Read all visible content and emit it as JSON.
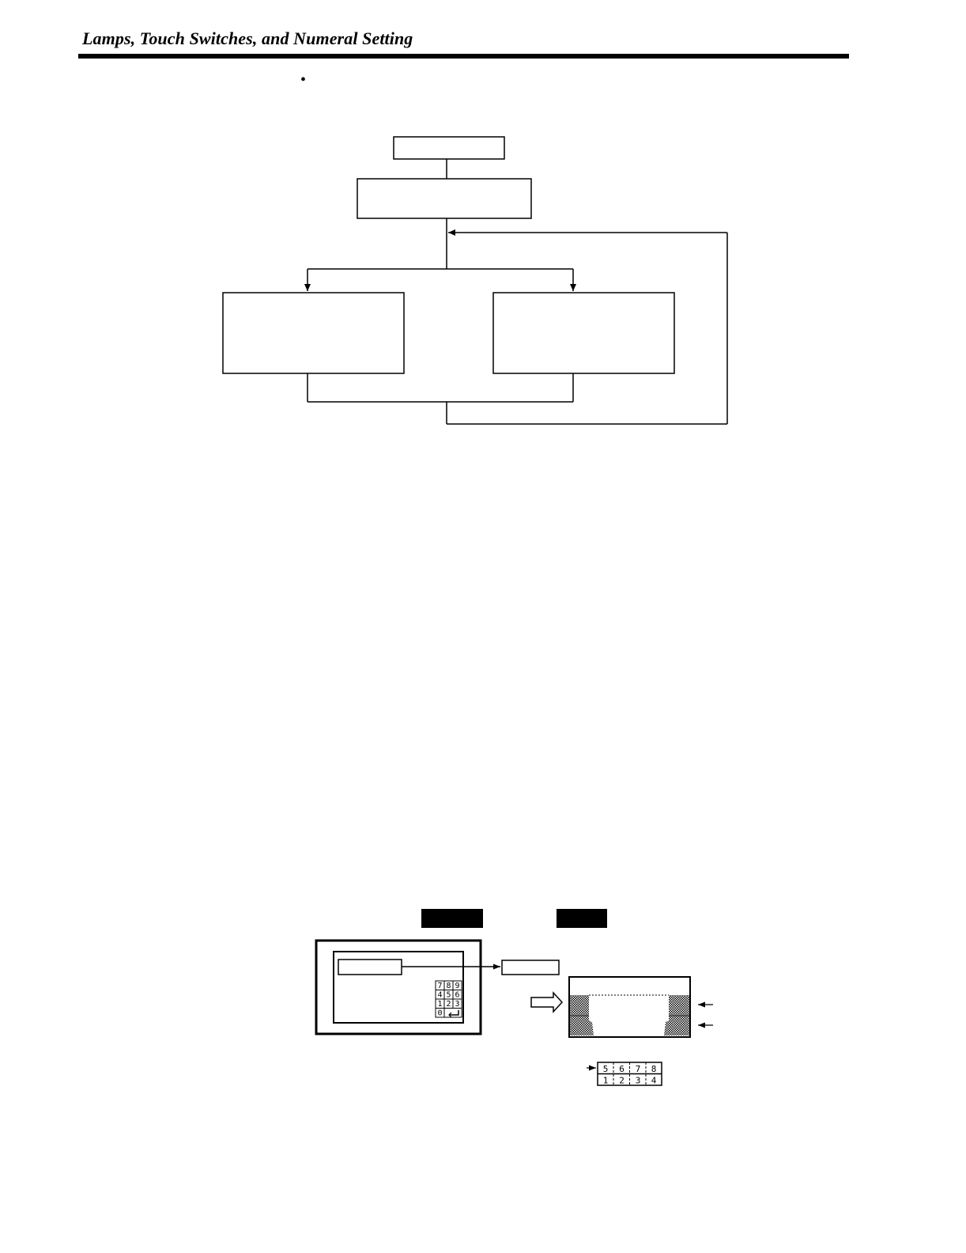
{
  "header": {
    "title": "Lamps, Touch Switches, and Numeral Setting"
  },
  "bullet": "•",
  "keypad": {
    "rows": [
      [
        "7",
        "8",
        "9"
      ],
      [
        "4",
        "5",
        "6"
      ],
      [
        "1",
        "2",
        "3"
      ],
      [
        "0",
        "",
        ""
      ]
    ]
  },
  "memory_table": {
    "upper": [
      "5",
      "6",
      "7",
      "8"
    ],
    "lower": [
      "1",
      "2",
      "3",
      "4"
    ]
  }
}
